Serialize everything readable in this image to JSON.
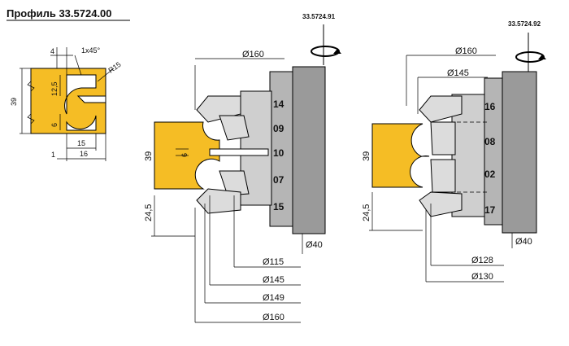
{
  "title": "Профиль 33.5724.00",
  "codes": {
    "left_tool": "33.5724.91",
    "right_tool": "33.5724.92"
  },
  "profile": {
    "chamfer": "1x45°",
    "radius": "R15",
    "top_dim": "4",
    "height": "39",
    "dim_12_5": "12,5",
    "dim_6": "6",
    "bottom_15": "15",
    "bottom_16": "16",
    "bottom_1": "1"
  },
  "left_tool": {
    "diameters": [
      "Ø160",
      "Ø40",
      "Ø115",
      "Ø145",
      "Ø149",
      "Ø160"
    ],
    "heights": [
      "39",
      "6",
      "24,5"
    ],
    "knives": [
      "14",
      "09",
      "10",
      "07",
      "15"
    ]
  },
  "right_tool": {
    "diameters": [
      "Ø160",
      "Ø145",
      "Ø40",
      "Ø128",
      "Ø130"
    ],
    "heights": [
      "39",
      "24,5"
    ],
    "knives": [
      "16",
      "08",
      "02",
      "17"
    ]
  }
}
